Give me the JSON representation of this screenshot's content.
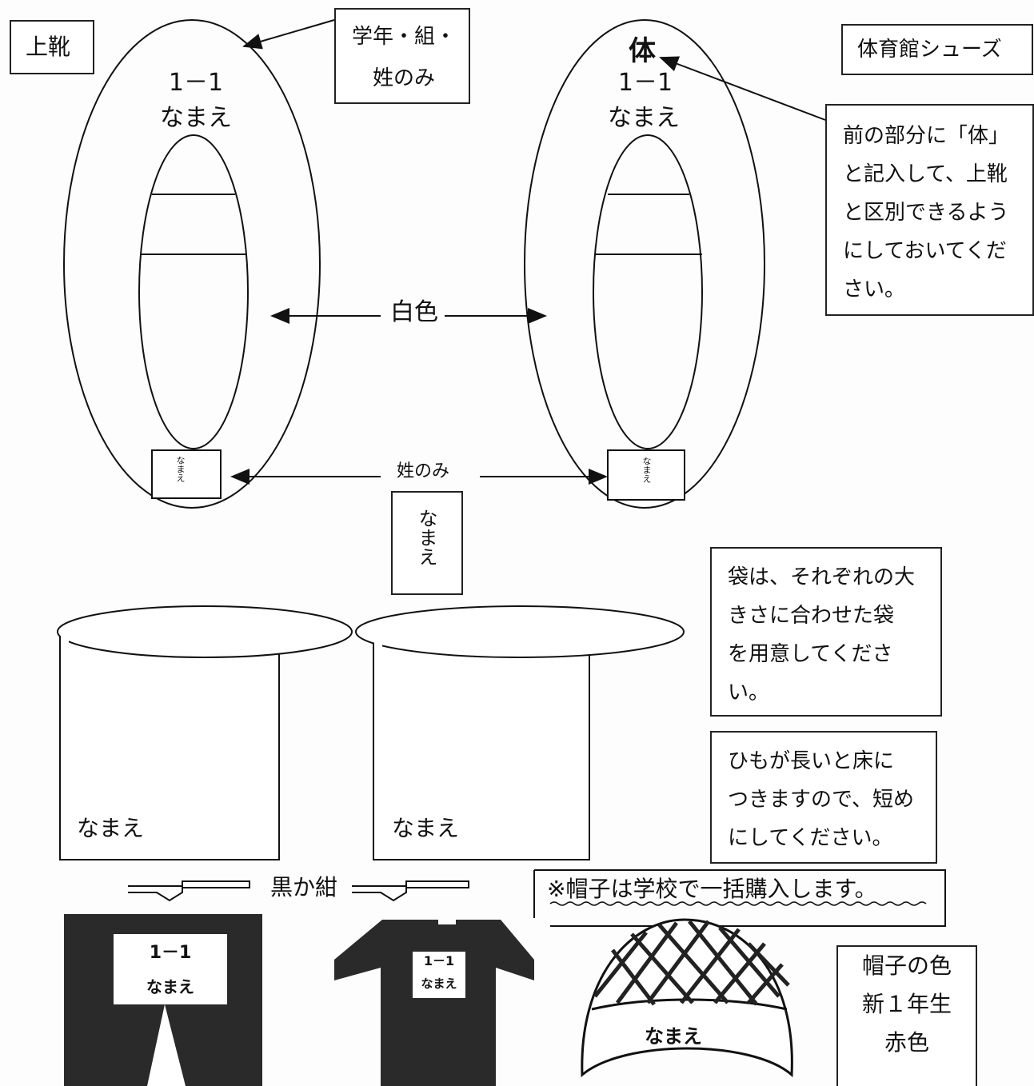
{
  "labels": {
    "uwabaki": "上靴",
    "taiikukan": "体育館シューズ",
    "callout_name": "学年・組・\n姓のみ",
    "callout_tai": "前の部分に「体」\nと記入して、上靴\nと区別できるよう\nにしておいてくだ\nさい。",
    "class_left": "1－1",
    "name_left": "なまえ",
    "tai_mark": "体",
    "class_right": "1－1",
    "name_right": "なまえ",
    "white": "白色",
    "surname_only": "姓のみ",
    "heel_name_left": "なまえ",
    "heel_name_right": "なまえ",
    "tag_name": "なまえ",
    "bag_note": "袋は、それぞれの大\nきさに合わせた袋\nを用意してくださ\nい。",
    "string_note": "ひもが長いと床に\nつきますので、短め\nにしてください。",
    "bag_name_left": "なまえ",
    "bag_name_right": "なまえ",
    "color_note": "黒か紺",
    "hat_note": "※帽子は学校で一括購入します。",
    "pants_class": "1－1",
    "pants_name": "なまえ",
    "shirt_class": "1－1",
    "shirt_name": "なまえ",
    "hat_name": "なまえ",
    "hat_color": "帽子の色\n新１年生\n赤色"
  },
  "colors": {
    "ink": "#111111",
    "garment": "#2a2a2a",
    "hat_color": "red"
  }
}
